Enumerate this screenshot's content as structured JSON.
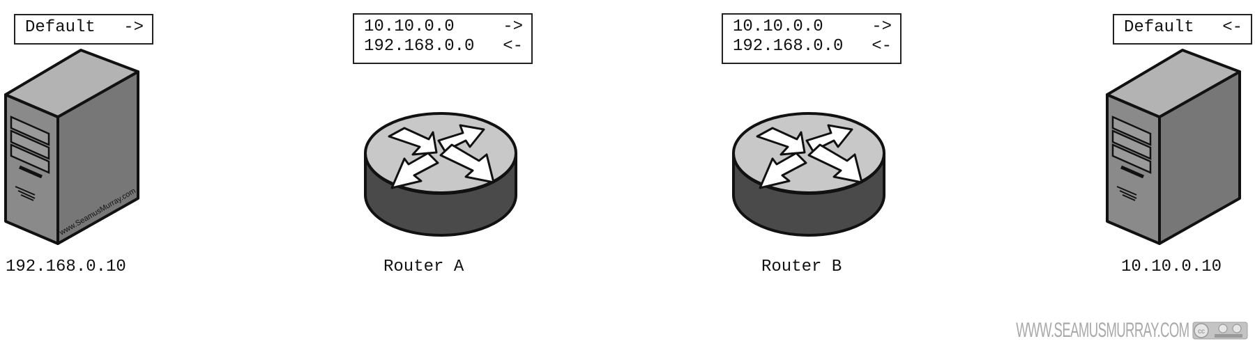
{
  "nodes": {
    "server_left": {
      "label": "192.168.0.10",
      "icon": "server-tower-icon",
      "brand_text": "www.SeamusMurray.com",
      "routes": [
        {
          "network": "Default",
          "direction": "->"
        }
      ]
    },
    "router_a": {
      "label": "Router A",
      "icon": "router-icon",
      "routes": [
        {
          "network": "10.10.0.0",
          "direction": "->"
        },
        {
          "network": "192.168.0.0",
          "direction": "<-"
        }
      ]
    },
    "router_b": {
      "label": "Router B",
      "icon": "router-icon",
      "routes": [
        {
          "network": "10.10.0.0",
          "direction": "->"
        },
        {
          "network": "192.168.0.0",
          "direction": "<-"
        }
      ]
    },
    "server_right": {
      "label": "10.10.0.10",
      "icon": "server-tower-icon",
      "routes": [
        {
          "network": "Default",
          "direction": "<-"
        }
      ]
    }
  },
  "watermark": {
    "text": "WWW.SEAMUSMURRAY.COM",
    "license_icon": "creative-commons-badge-icon"
  },
  "colors": {
    "line": "#111111",
    "router_top": "#c8c8c8",
    "router_side": "#4a4a4a",
    "server_front": "#8a8a8a",
    "server_side": "#777777",
    "server_top": "#b3b3b3",
    "watermark": "#a9a9a9"
  }
}
